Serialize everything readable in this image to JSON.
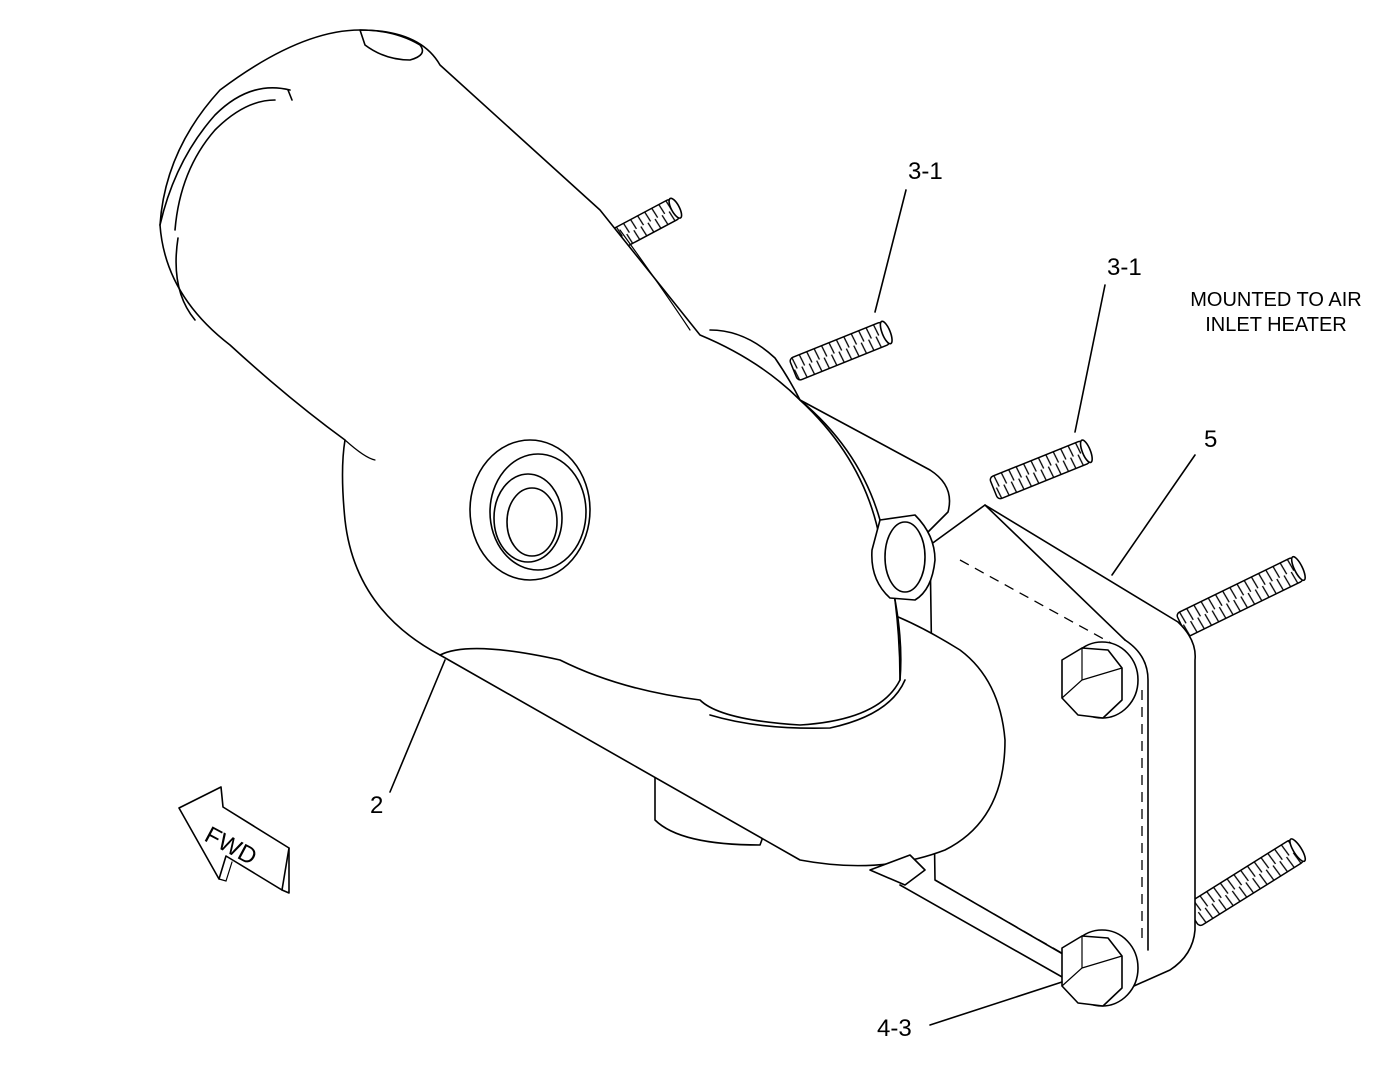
{
  "callouts": {
    "stud_upper": "3-1",
    "stud_lower": "3-1",
    "plate": "5",
    "elbow": "2",
    "bolt": "4-3"
  },
  "note": {
    "line1": "MOUNTED TO AIR",
    "line2": "INLET HEATER"
  },
  "direction_arrow": {
    "label": "FWD"
  }
}
